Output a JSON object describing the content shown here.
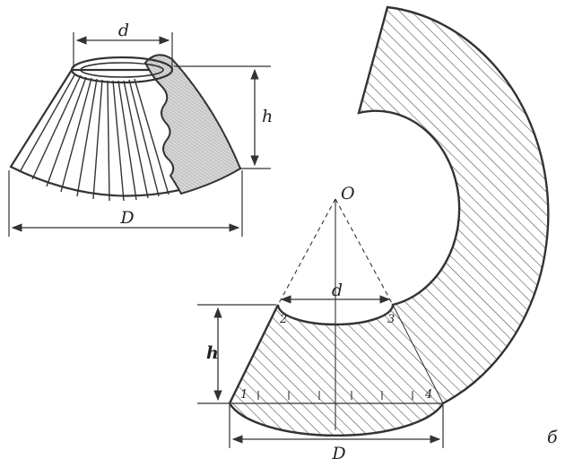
{
  "left_figure": {
    "label_d": "d",
    "label_h": "h",
    "label_D": "D"
  },
  "right_figure": {
    "label_O": "O",
    "label_d": "d",
    "label_h": "h",
    "label_D": "D",
    "point_1": "1",
    "point_2": "2",
    "point_3": "3",
    "point_4": "4",
    "panel_letter": "б"
  },
  "colors": {
    "line": "#333333",
    "hatch": "#444444",
    "shade": "#c8c8c8",
    "background": "#ffffff"
  }
}
